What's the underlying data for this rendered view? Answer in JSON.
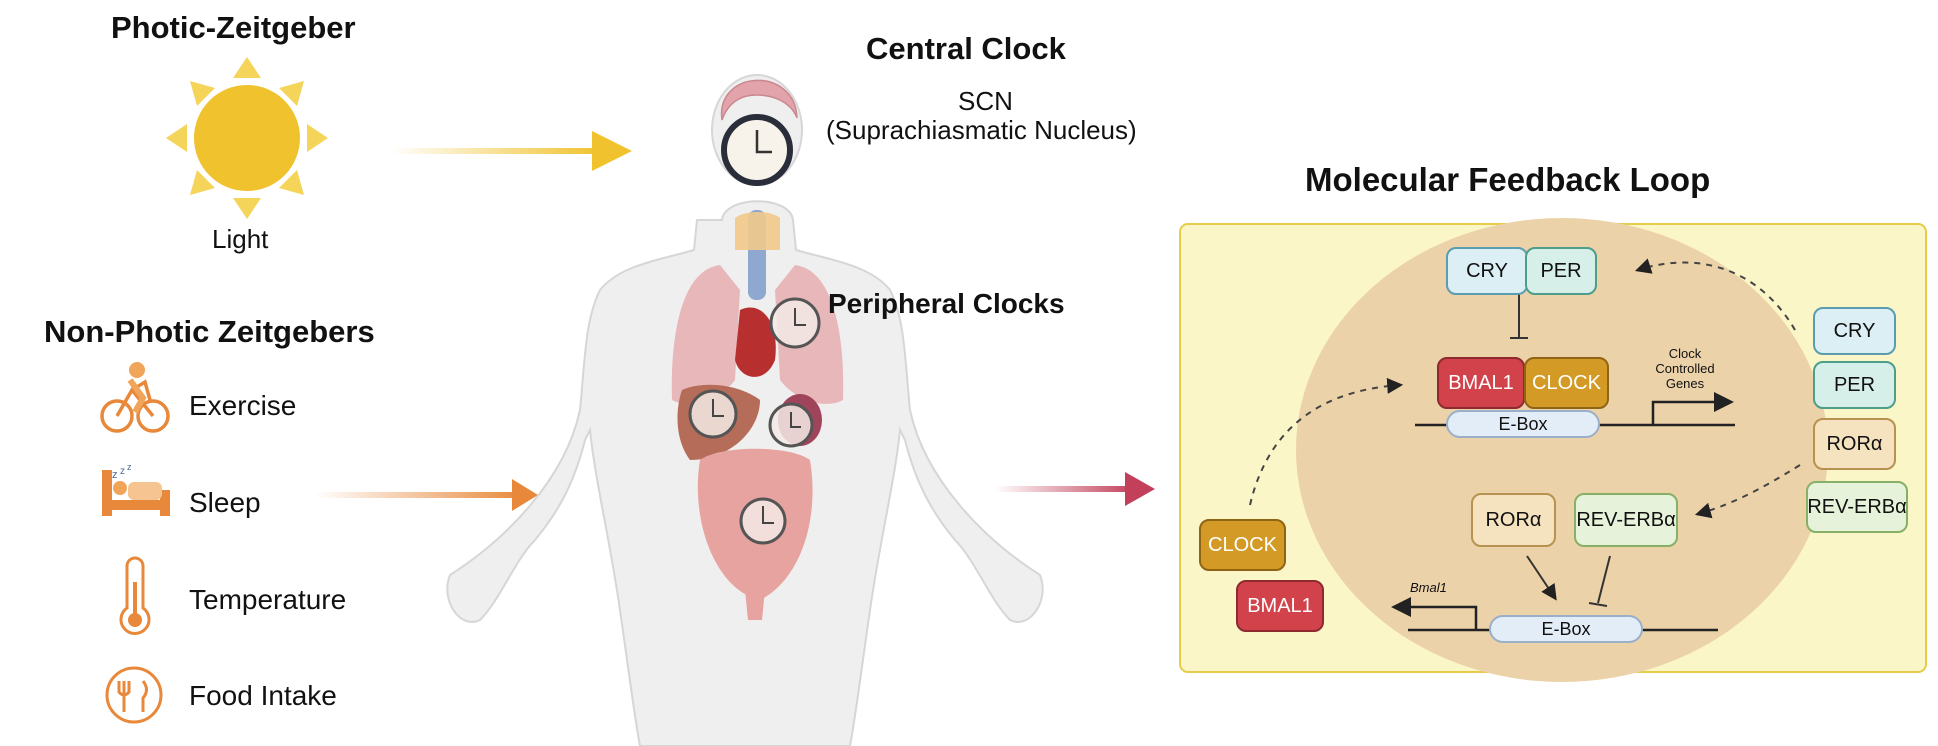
{
  "left": {
    "photic_title": "Photic-Zeitgeber",
    "light_label": "Light",
    "nonphotic_title": "Non-Photic Zeitgebers",
    "zeitgebers": [
      {
        "label": "Exercise",
        "icon": "cyclist-icon"
      },
      {
        "label": "Sleep",
        "icon": "bed-icon"
      },
      {
        "label": "Temperature",
        "icon": "thermometer-icon"
      },
      {
        "label": "Food Intake",
        "icon": "fork-knife-icon"
      }
    ]
  },
  "center": {
    "central_title": "Central Clock",
    "scn_line1": "SCN",
    "scn_line2": "(Suprachiasmatic Nucleus)",
    "peripheral_title": "Peripheral Clocks"
  },
  "right": {
    "title": "Molecular Feedback Loop",
    "cry": "CRY",
    "per": "PER",
    "bmal1": "BMAL1",
    "clock": "CLOCK",
    "ebox_top": "E-Box",
    "ccg_line1": "Clock",
    "ccg_line2": "Controlled",
    "ccg_line3": "Genes",
    "rora": "RORα",
    "reverb": "REV-ERBα",
    "ebox_bottom": "E-Box",
    "bmal1_gene": "Bmal1",
    "left_clock": "CLOCK",
    "left_bmal1": "BMAL1",
    "side_cry": "CRY",
    "side_per": "PER",
    "side_rora": "RORα",
    "side_reverb": "REV-ERBα"
  },
  "colors": {
    "sun": "#f0c22e",
    "orange": "#e8883a",
    "crimson": "#c2405a",
    "panel_bg": "#fbf6c8",
    "panel_border": "#e6cc4a",
    "nucleus": "#ecd2a8",
    "cry_fill": "#dbeff4",
    "per_fill": "#d7efe9",
    "bmal1_fill": "#d1424a",
    "clock_fill": "#d39a25",
    "rora_fill": "#f5e2bf",
    "reverb_fill": "#e6f3da"
  }
}
